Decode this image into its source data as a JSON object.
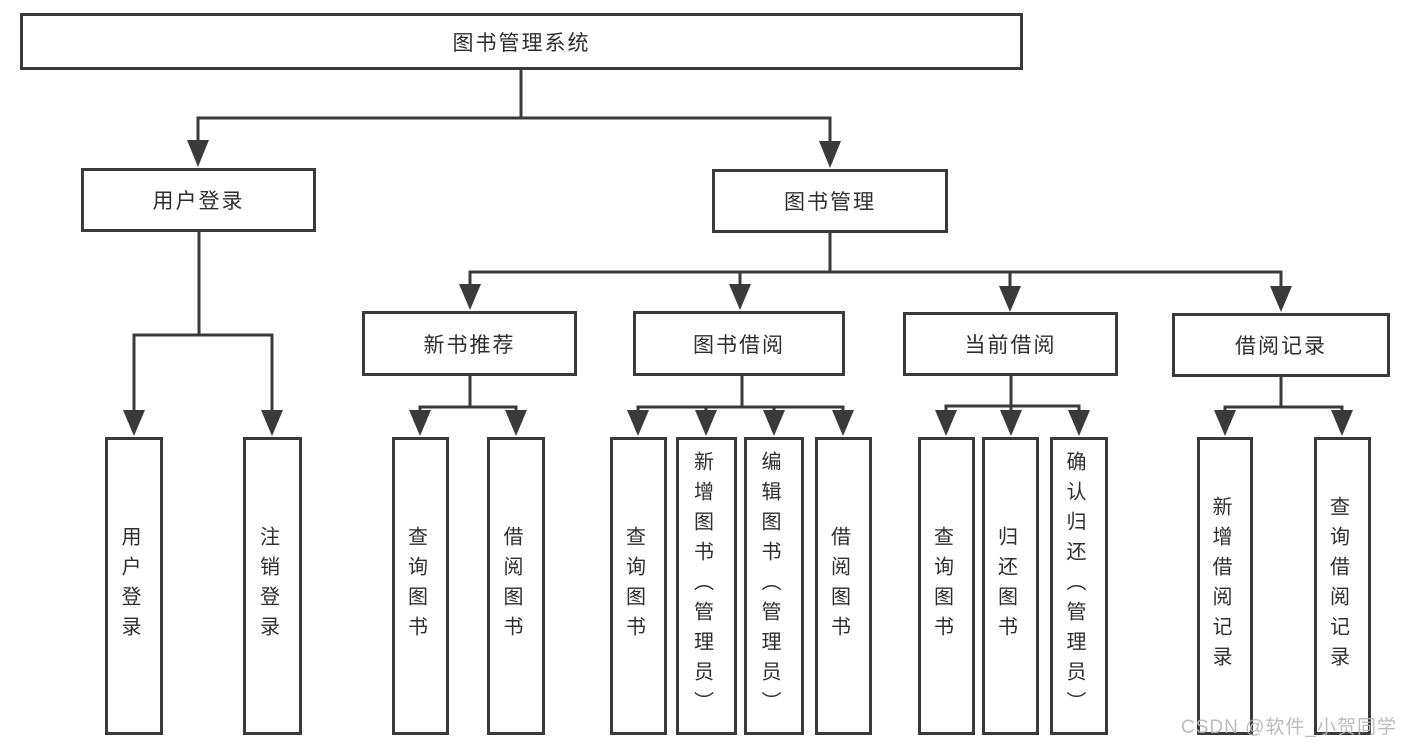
{
  "diagram": {
    "type": "hierarchy-chart",
    "title": "图书管理系统"
  },
  "nodes": {
    "root": {
      "label": "图书管理系统",
      "children": [
        "user_login",
        "book_mgmt"
      ]
    },
    "user_login": {
      "label": "用户登录",
      "children": [
        "leaf_user_login",
        "leaf_logout"
      ]
    },
    "book_mgmt": {
      "label": "图书管理",
      "children": [
        "new_book_rec",
        "book_borrow",
        "current_borrow",
        "borrow_record"
      ]
    },
    "new_book_rec": {
      "label": "新书推荐",
      "children": [
        "rec_query",
        "rec_borrow"
      ]
    },
    "book_borrow": {
      "label": "图书借阅",
      "children": [
        "bb_query",
        "bb_add",
        "bb_edit",
        "bb_borrow"
      ]
    },
    "current_borrow": {
      "label": "当前借阅",
      "children": [
        "cb_query",
        "cb_return",
        "cb_confirm"
      ]
    },
    "borrow_record": {
      "label": "借阅记录",
      "children": [
        "br_add",
        "br_query"
      ]
    },
    "leaf_user_login": {
      "label": "用户登录"
    },
    "leaf_logout": {
      "label": "注销登录"
    },
    "rec_query": {
      "label": "查询图书"
    },
    "rec_borrow": {
      "label": "借阅图书"
    },
    "bb_query": {
      "label": "查询图书"
    },
    "bb_add": {
      "label": "新增图书（管理员）"
    },
    "bb_edit": {
      "label": "编辑图书（管理员）"
    },
    "bb_borrow": {
      "label": "借阅图书"
    },
    "cb_query": {
      "label": "查询图书"
    },
    "cb_return": {
      "label": "归还图书"
    },
    "cb_confirm": {
      "label": "确认归还（管理员）"
    },
    "br_add": {
      "label": "新增借阅记录"
    },
    "br_query": {
      "label": "查询借阅记录"
    }
  },
  "watermark": {
    "text": "CSDN @软件_小贺同学"
  },
  "colors": {
    "line": "#3a3a3a",
    "text": "#2e2e2e",
    "watermark": "#b6b6b6",
    "background": "#ffffff"
  }
}
